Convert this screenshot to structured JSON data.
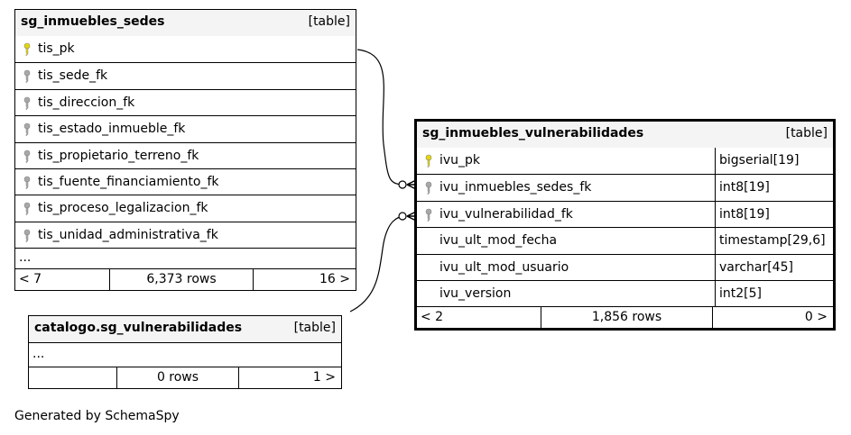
{
  "tables": {
    "sedes": {
      "name": "sg_inmuebles_sedes",
      "kind": "[table]",
      "columns": [
        {
          "name": "tis_pk",
          "key": "primary-key-icon"
        },
        {
          "name": "tis_sede_fk",
          "key": "foreign-key-icon"
        },
        {
          "name": "tis_direccion_fk",
          "key": "foreign-key-icon"
        },
        {
          "name": "tis_estado_inmueble_fk",
          "key": "foreign-key-icon"
        },
        {
          "name": "tis_propietario_terreno_fk",
          "key": "foreign-key-icon"
        },
        {
          "name": "tis_fuente_financiamiento_fk",
          "key": "foreign-key-icon"
        },
        {
          "name": "tis_proceso_legalizacion_fk",
          "key": "foreign-key-icon"
        },
        {
          "name": "tis_unidad_administrativa_fk",
          "key": "foreign-key-icon"
        }
      ],
      "ellipsis": "...",
      "footer": {
        "parents": "< 7",
        "rows": "6,373 rows",
        "children": "16 >"
      }
    },
    "vuln": {
      "name": "sg_inmuebles_vulnerabilidades",
      "kind": "[table]",
      "columns": [
        {
          "name": "ivu_pk",
          "type": "bigserial[19]",
          "key": "primary-key-icon"
        },
        {
          "name": "ivu_inmuebles_sedes_fk",
          "type": "int8[19]",
          "key": "foreign-key-icon"
        },
        {
          "name": "ivu_vulnerabilidad_fk",
          "type": "int8[19]",
          "key": "foreign-key-icon"
        },
        {
          "name": "ivu_ult_mod_fecha",
          "type": "timestamp[29,6]",
          "key": ""
        },
        {
          "name": "ivu_ult_mod_usuario",
          "type": "varchar[45]",
          "key": ""
        },
        {
          "name": "ivu_version",
          "type": "int2[5]",
          "key": ""
        }
      ],
      "footer": {
        "parents": "< 2",
        "rows": "1,856 rows",
        "children": "0 >"
      }
    },
    "catalogo": {
      "name": "catalogo.sg_vulnerabilidades",
      "kind": "[table]",
      "ellipsis": "...",
      "footer": {
        "parents": "",
        "rows": "0 rows",
        "children": "1 >"
      }
    }
  },
  "colors": {
    "primary_key": "#e6d800",
    "foreign_key": "#a8a8a8",
    "header_bg": "#f4f4f4"
  },
  "generated_by": "Generated by SchemaSpy"
}
